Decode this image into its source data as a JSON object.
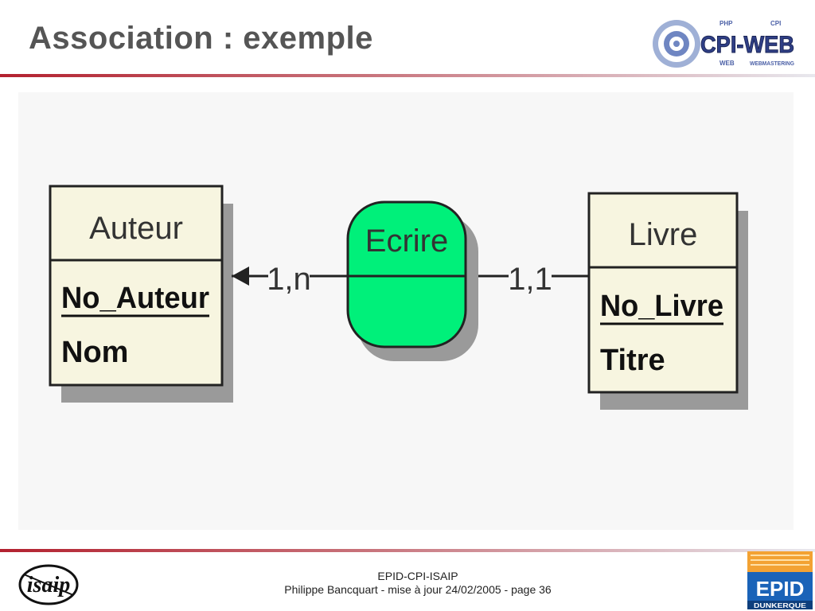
{
  "slide": {
    "title": "Association : exemple"
  },
  "header_logo": {
    "main": "CPI-WEB",
    "tag_left_top": "PHP",
    "tag_right_top": "CPI",
    "tag_left_bottom": "WEB",
    "tag_right_bottom": "WEBMASTERING"
  },
  "diagram": {
    "entity_left": {
      "name": "Auteur",
      "key": "No_Auteur",
      "attribute": "Nom"
    },
    "association": {
      "name": "Ecrire"
    },
    "entity_right": {
      "name": "Livre",
      "key": "No_Livre",
      "attribute": "Titre"
    },
    "card_left": "1,n",
    "card_right": "1,1"
  },
  "footer": {
    "line1": "EPID-CPI-ISAIP",
    "line2": "Philippe Bancquart  - mise à jour 24/02/2005 - page 36"
  },
  "footer_logos": {
    "left": "isaip",
    "right": "EPID",
    "right_sub": "DUNKERQUE"
  },
  "colors": {
    "title": "#555555",
    "rule": "#b3212f",
    "entity_fill": "#f7f5e0",
    "association_fill": "#00f07a",
    "outline": "#222222",
    "shadow": "#9a9a9a",
    "epid_blue": "#1a63b8",
    "epid_orange": "#f3a233"
  }
}
